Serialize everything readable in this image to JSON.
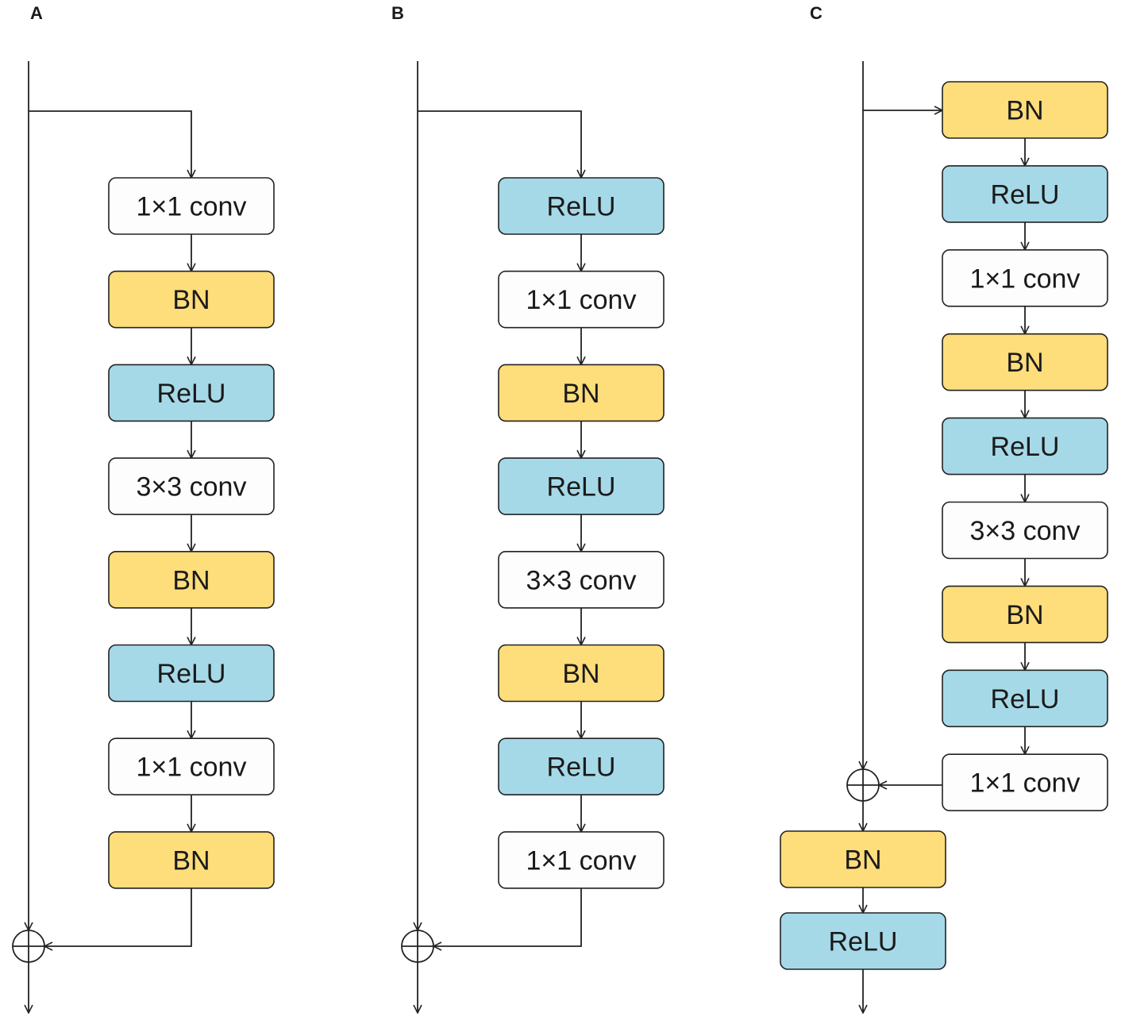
{
  "colors": {
    "conv": "#fdfdfd",
    "BN": "#fedd7b",
    "ReLU": "#a6d9e8",
    "line": "#222222"
  },
  "panels": [
    {
      "label": "A",
      "blocks": [
        {
          "text": "1×1 conv",
          "kind": "conv"
        },
        {
          "text": "BN",
          "kind": "BN"
        },
        {
          "text": "ReLU",
          "kind": "ReLU"
        },
        {
          "text": "3×3 conv",
          "kind": "conv"
        },
        {
          "text": "BN",
          "kind": "BN"
        },
        {
          "text": "ReLU",
          "kind": "ReLU"
        },
        {
          "text": "1×1 conv",
          "kind": "conv"
        },
        {
          "text": "BN",
          "kind": "BN"
        }
      ],
      "post_blocks": []
    },
    {
      "label": "B",
      "blocks": [
        {
          "text": "ReLU",
          "kind": "ReLU"
        },
        {
          "text": "1×1 conv",
          "kind": "conv"
        },
        {
          "text": "BN",
          "kind": "BN"
        },
        {
          "text": "ReLU",
          "kind": "ReLU"
        },
        {
          "text": "3×3 conv",
          "kind": "conv"
        },
        {
          "text": "BN",
          "kind": "BN"
        },
        {
          "text": "ReLU",
          "kind": "ReLU"
        },
        {
          "text": "1×1 conv",
          "kind": "conv"
        }
      ],
      "post_blocks": []
    },
    {
      "label": "C",
      "blocks": [
        {
          "text": "BN",
          "kind": "BN"
        },
        {
          "text": "ReLU",
          "kind": "ReLU"
        },
        {
          "text": "1×1 conv",
          "kind": "conv"
        },
        {
          "text": "BN",
          "kind": "BN"
        },
        {
          "text": "ReLU",
          "kind": "ReLU"
        },
        {
          "text": "3×3 conv",
          "kind": "conv"
        },
        {
          "text": "BN",
          "kind": "BN"
        },
        {
          "text": "ReLU",
          "kind": "ReLU"
        },
        {
          "text": "1×1 conv",
          "kind": "conv"
        }
      ],
      "post_blocks": [
        {
          "text": "BN",
          "kind": "BN"
        },
        {
          "text": "ReLU",
          "kind": "ReLU"
        }
      ]
    }
  ]
}
